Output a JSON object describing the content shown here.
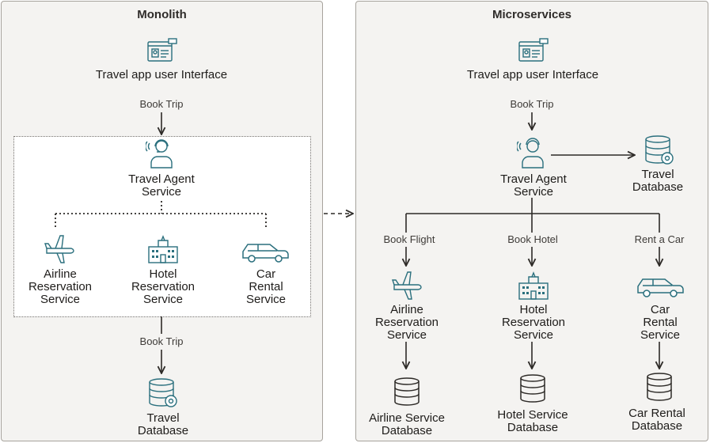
{
  "monolith": {
    "title": "Monolith",
    "ui_label": "Travel app user Interface",
    "book_trip_top": "Book Trip",
    "agent_label": "Travel Agent\nService",
    "airline_label": "Airline\nReservation\nService",
    "hotel_label": "Hotel\nReservation\nService",
    "car_label": "Car\nRental\nService",
    "book_trip_bottom": "Book Trip",
    "db_label": "Travel\nDatabase"
  },
  "microservices": {
    "title": "Microservices",
    "ui_label": "Travel app user Interface",
    "book_trip": "Book Trip",
    "agent_label": "Travel Agent\nService",
    "travel_db_label": "Travel\nDatabase",
    "book_flight": "Book Flight",
    "book_hotel": "Book Hotel",
    "rent_car": "Rent a Car",
    "airline_label": "Airline\nReservation\nService",
    "hotel_label": "Hotel\nReservation\nService",
    "car_label": "Car\nRental\nService",
    "airline_db_label": "Airline Service\nDatabase",
    "hotel_db_label": "Hotel Service\nDatabase",
    "car_db_label": "Car Rental\nDatabase"
  },
  "colors": {
    "accent": "#2a6f7d",
    "line": "#2d2a27",
    "panel": "#f4f3f1"
  }
}
